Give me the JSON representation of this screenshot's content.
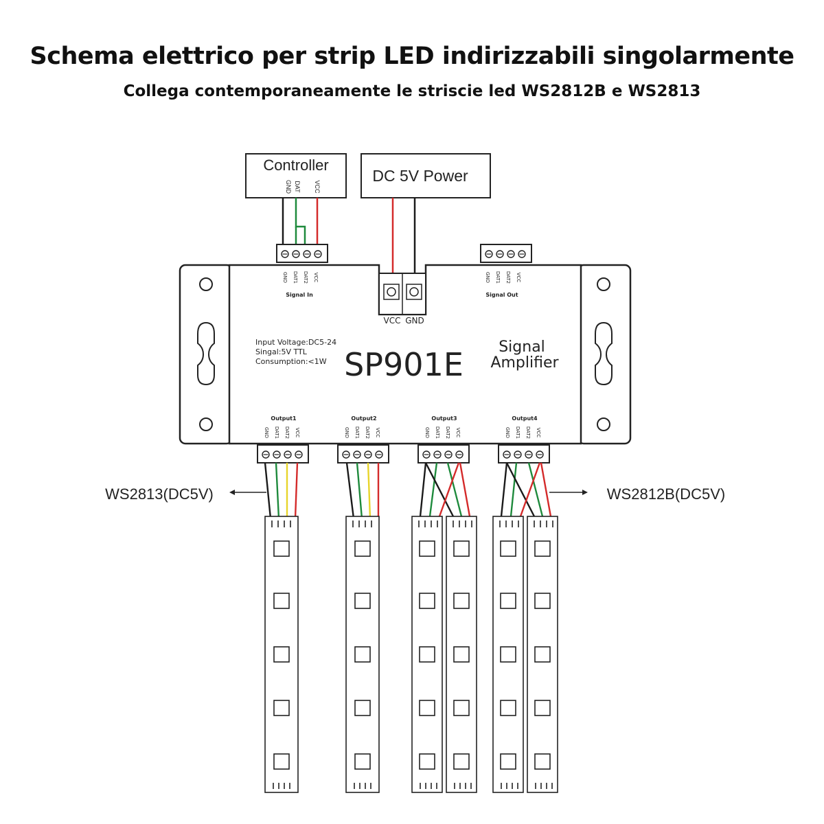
{
  "title": "Schema elettrico per strip LED indirizzabili singolarmente",
  "subtitle": "Collega contemporaneamente le striscie led WS2812B e WS2813",
  "controller": {
    "label": "Controller",
    "pins": [
      "GND",
      "DAT",
      "VCC"
    ]
  },
  "power": {
    "label": "DC 5V Power"
  },
  "device": {
    "model": "SP901E",
    "function_line1": "Signal",
    "function_line2": "Amplifier",
    "spec_input": "Input Voltage:DC5-24",
    "spec_signal": "Singal:5V TTL",
    "spec_consumption": "Consumption:<1W",
    "power_terminal_vcc": "VCC",
    "power_terminal_gnd": "GND",
    "pin_gnd": "GND",
    "pin_dat1": "DAT1",
    "pin_dat2": "DAT2",
    "pin_vcc": "VCC",
    "signal_in_label": "Signal In",
    "signal_out_label": "Signal Out",
    "output1_label": "Output1",
    "output2_label": "Output2",
    "output3_label": "Output3",
    "output4_label": "Output4"
  },
  "strips": {
    "left_label": "WS2813(DC5V)",
    "right_label": "WS2812B(DC5V)"
  },
  "colors": {
    "wire_black": "#1a1a1a",
    "wire_green": "#1e8a3c",
    "wire_red": "#d42a2a",
    "wire_yellow": "#e8d42a",
    "outline": "#222222"
  }
}
